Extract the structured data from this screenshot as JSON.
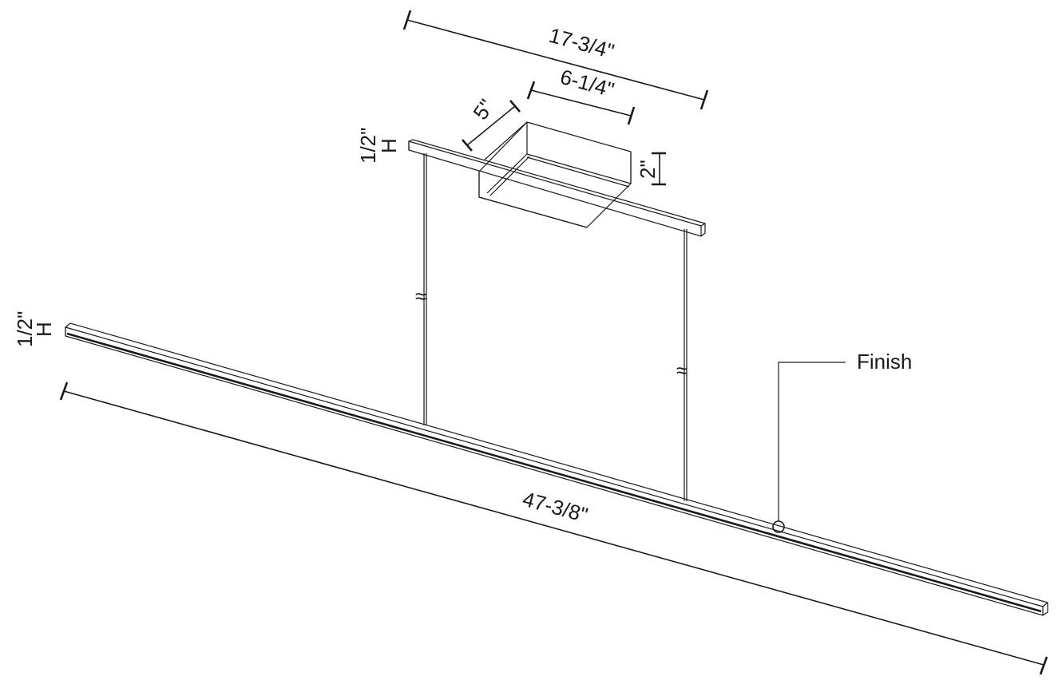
{
  "diagram": {
    "type": "product-dimension-drawing",
    "subject": "linear suspension light fixture",
    "dimensions": {
      "canopy_overall_length": "17-3/4\"",
      "canopy_box_length": "6-1/4\"",
      "canopy_box_depth": "5\"",
      "canopy_box_height": "2\"",
      "canopy_bar_height_value": "1/2\"",
      "canopy_bar_height_suffix": "H",
      "fixture_length": "47-3/8\"",
      "fixture_bar_height_value": "1/2\"",
      "fixture_bar_height_suffix": "H"
    },
    "callouts": {
      "finish": "Finish"
    },
    "symbols": {
      "cable_break": "≈"
    },
    "colors": {
      "line": "#1a1a1a",
      "background": "#ffffff"
    }
  }
}
